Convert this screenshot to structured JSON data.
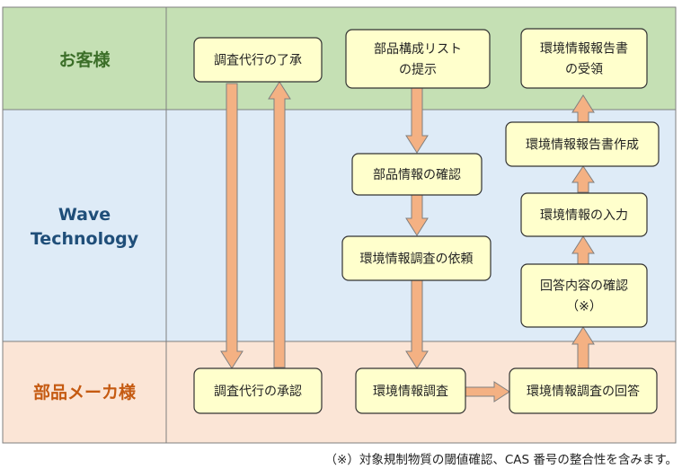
{
  "colors": {
    "lane_customer": "#C5E0B4",
    "lane_wave": "#DEEBF7",
    "lane_maker": "#FBE5D6",
    "label_customer": "#3B6E28",
    "label_wave": "#1F4E79",
    "label_maker": "#C55A11",
    "box_fill": "#FFFFCC",
    "box_stroke": "#333333",
    "arrow_fill": "#F4B183",
    "arrow_stroke": "#7F7F7F",
    "grid_stroke": "#7F7F7F"
  },
  "lanes": {
    "customer": "お客様",
    "wave_line1": "Wave",
    "wave_line2": "Technology",
    "maker": "部品メーカ様"
  },
  "boxes": {
    "agency_consent": [
      "調査代行の了承"
    ],
    "parts_list": [
      "部品構成リスト",
      "の提示"
    ],
    "report_receipt": [
      "環境情報報告書",
      "の受領"
    ],
    "report_creation": [
      "環境情報報告書作成"
    ],
    "parts_confirm": [
      "部品情報の確認"
    ],
    "env_input": [
      "環境情報の入力"
    ],
    "survey_request": [
      "環境情報調査の依頼"
    ],
    "answer_confirm": [
      "回答内容の確認",
      "（※）"
    ],
    "agency_approval": [
      "調査代行の承認"
    ],
    "env_survey": [
      "環境情報調査"
    ],
    "survey_answer": [
      "環境情報調査の回答"
    ]
  },
  "footnote": "（※）対象規制物質の閾値確認、CAS 番号の整合性を含みます。"
}
